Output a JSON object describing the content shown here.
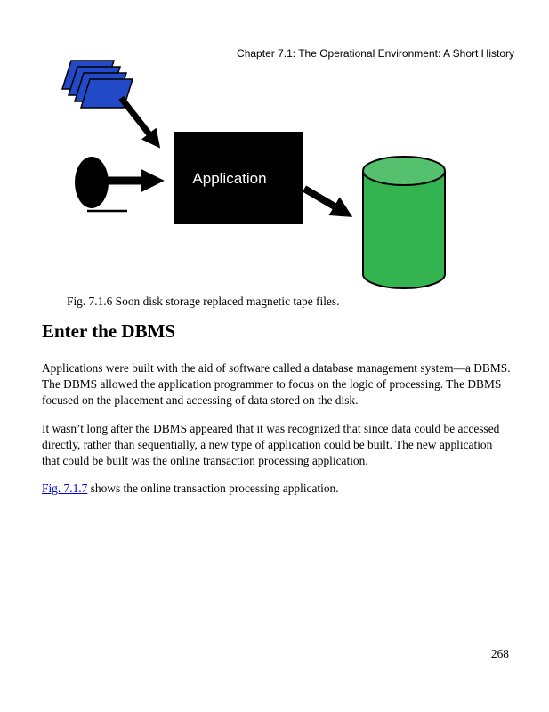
{
  "page": {
    "header": "Chapter 7.1: The Operational Environment: A Short History",
    "page_number": "268"
  },
  "figure": {
    "application_label": "Application",
    "caption": "Fig. 7.1.6 Soon disk storage replaced magnetic tape files.",
    "colors": {
      "card_blue": "#2149c8",
      "cylinder_green": "#33b450",
      "cylinder_top_green": "#55c06e",
      "shape_black": "#000000"
    }
  },
  "content": {
    "heading": "Enter the DBMS",
    "paragraph1": "Applications were built with the aid of software called a database management system—a DBMS. The DBMS allowed the application programmer to focus on the logic of processing. The DBMS focused on the placement and accessing of data stored on the disk.",
    "paragraph2": "It wasn’t long after the DBMS appeared that it was recognized that since data could be accessed directly, rather than sequentially, a new type of application could be built. The new application that could be built was the online transaction processing application.",
    "paragraph3_link": "Fig. 7.1.7",
    "paragraph3_rest": " shows the online transaction processing application."
  }
}
